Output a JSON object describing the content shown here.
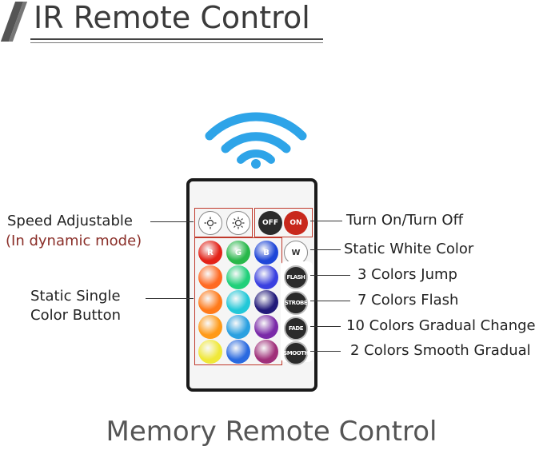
{
  "title": "IR Remote Control",
  "labels": {
    "speed": "Speed Adjustable",
    "dynamic": "(In dynamic mode)",
    "static_single_1": "Static Single",
    "static_single_2": "Color Button",
    "on_off": "Turn On/Turn Off",
    "white": "Static White Color",
    "jump3": "3 Colors Jump",
    "flash7": "7 Colors Flash",
    "gradual10": "10 Colors Gradual Change",
    "smooth2": "2 Colors Smooth Gradual"
  },
  "buttons": {
    "off": "OFF",
    "on": "ON",
    "r": "R",
    "g": "G",
    "b": "B",
    "w": "W",
    "flash": "FLASH",
    "strobe": "STROBE",
    "fade": "FADE",
    "smooth": "SMOOTH"
  },
  "grid_colors": [
    [
      "#e32218",
      "#28b84a",
      "#1e46d8"
    ],
    [
      "#ff6a22",
      "#20d07a",
      "#3a40e0"
    ],
    [
      "#ff7a1a",
      "#22c8d8",
      "#221a7a"
    ],
    [
      "#ff9a18",
      "#2aa0e0",
      "#7a2aa8"
    ],
    [
      "#f0e838",
      "#2a6ae0",
      "#a0307a"
    ]
  ],
  "colors": {
    "wifi": "#2ea4e8",
    "highlight_box": "#c0392b",
    "label_red": "#8a2e28"
  },
  "footer": "Memory Remote Control"
}
